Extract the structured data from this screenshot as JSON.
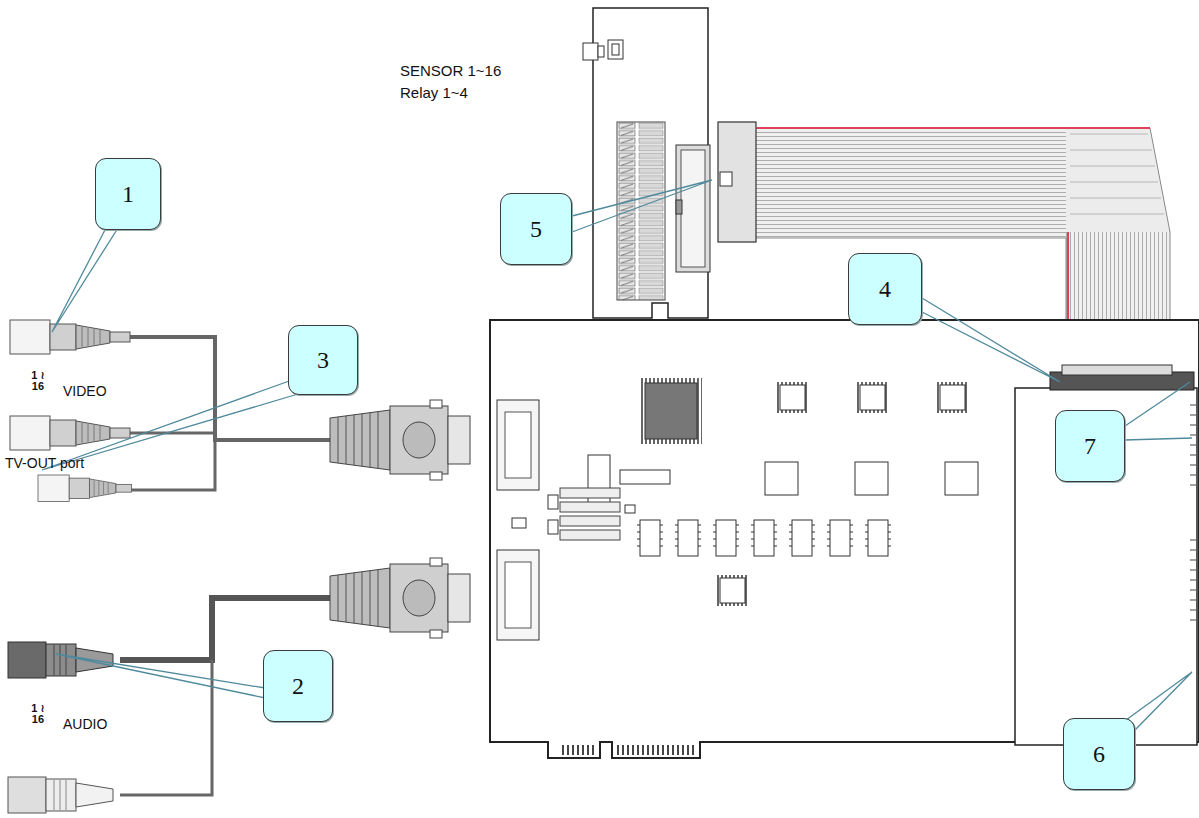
{
  "diagram": {
    "nodes": [
      {
        "text": [
          "1"
        ]
      },
      {
        "text": [
          "5"
        ]
      },
      {
        "text": [
          "4"
        ]
      },
      {
        "text": [
          "3"
        ]
      },
      {
        "text": [
          "7"
        ]
      },
      {
        "text": [
          "2"
        ]
      },
      {
        "text": [
          "6"
        ]
      }
    ],
    "labels": [
      "SENSOR 1~16",
      "Relay 1~4",
      "1 ≀ 16",
      "VIDEO",
      "TV-OUT port",
      "1 ≀ 16",
      "AUDIO"
    ]
  }
}
